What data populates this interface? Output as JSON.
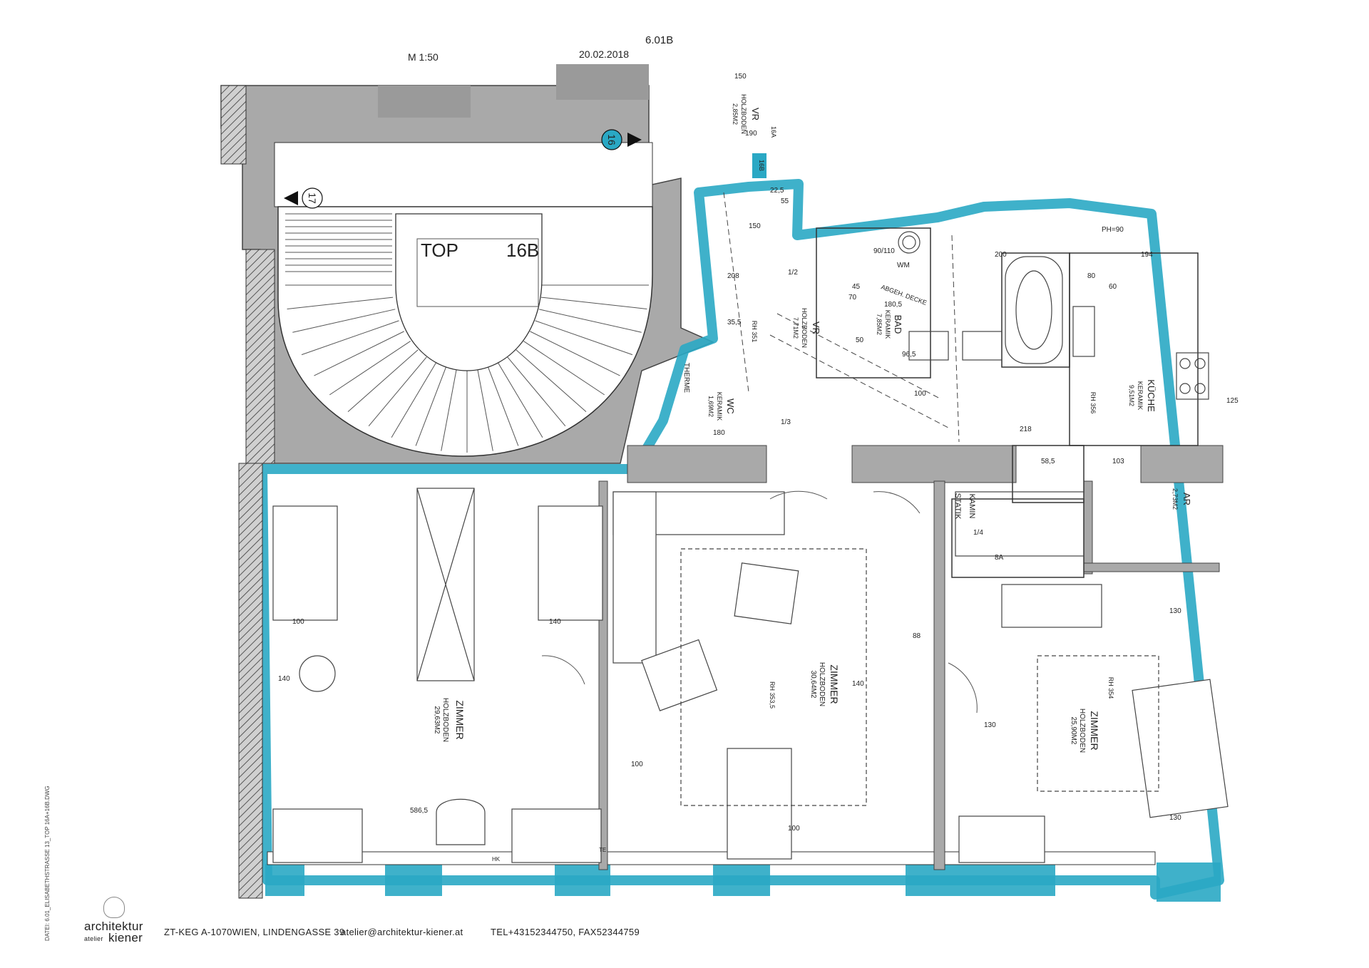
{
  "header": {
    "scale": "M 1:50",
    "date": "20.02.2018",
    "unit": "6.01B"
  },
  "top_label": {
    "prefix": "TOP",
    "unit": "16B"
  },
  "markers": {
    "m16": "16",
    "m17": "17",
    "m16a": "16A",
    "m16b": "16B"
  },
  "rooms": {
    "vr_top": {
      "name": "VR",
      "floor": "HOLZBODEN",
      "area": "2,85M2"
    },
    "vr_mid": {
      "name": "VR",
      "floor": "HOLZBODEN",
      "area": "7,71M2",
      "height": "RH 351"
    },
    "bad": {
      "name": "BAD",
      "floor": "KERAMIK",
      "area": "7,85M2"
    },
    "kueche": {
      "name": "KÜCHE",
      "floor": "KERAMIK",
      "area": "9,51M2",
      "height": "RH 356"
    },
    "wc": {
      "name": "WC",
      "floor": "KERAMIK",
      "area": "1,69M2"
    },
    "ar": {
      "name": "AR",
      "area": "2,73M2"
    },
    "zimmer_left": {
      "name": "ZIMMER",
      "floor": "HOLZBODEN",
      "area": "29,63M2"
    },
    "zimmer_mid": {
      "name": "ZIMMER",
      "floor": "HOLZBODEN",
      "area": "30,64M2",
      "height": "RH 353,5"
    },
    "zimmer_right": {
      "name": "ZIMMER",
      "floor": "HOLZBODEN",
      "area": "25,90M2",
      "height": "RH 354"
    }
  },
  "annotations": {
    "therme": "THERME",
    "wm": "WM",
    "abgeh_decke": "ABGEH. DECKE",
    "statik": "STATIK",
    "kamin": "KAMIN",
    "ph": "PH=90",
    "te": "TE",
    "hk": "HK",
    "dims": [
      "150",
      "190",
      "22,5",
      "55",
      "150",
      "208",
      "35,5",
      "1/2",
      "1/3",
      "90/110",
      "200",
      "194",
      "80",
      "60",
      "50",
      "70",
      "100",
      "218",
      "58,5",
      "103",
      "100",
      "140",
      "140",
      "586,5",
      "140",
      "100",
      "100",
      "130",
      "130",
      "130",
      "125",
      "1/4",
      "8A",
      "88",
      "180",
      "45",
      "96,5",
      "180,5"
    ]
  },
  "footer": {
    "brand_top": "architektur",
    "brand_small": "atelier",
    "brand_bottom": "kiener",
    "company": "ZT-KEG  A-1070WIEN, LINDENGASSE 39",
    "email": "atelier@architektur-kiener.at",
    "phone": "TEL+43152344750,  FAX52344759"
  },
  "side_text": "DATEI: 6.01_ELISABETHSTRASSE 13_TOP 16A+16B.DWG",
  "colors": {
    "highlight": "#2aa8c4",
    "wall": "#9a9a9a",
    "line": "#333333",
    "hatch": "#555555"
  }
}
